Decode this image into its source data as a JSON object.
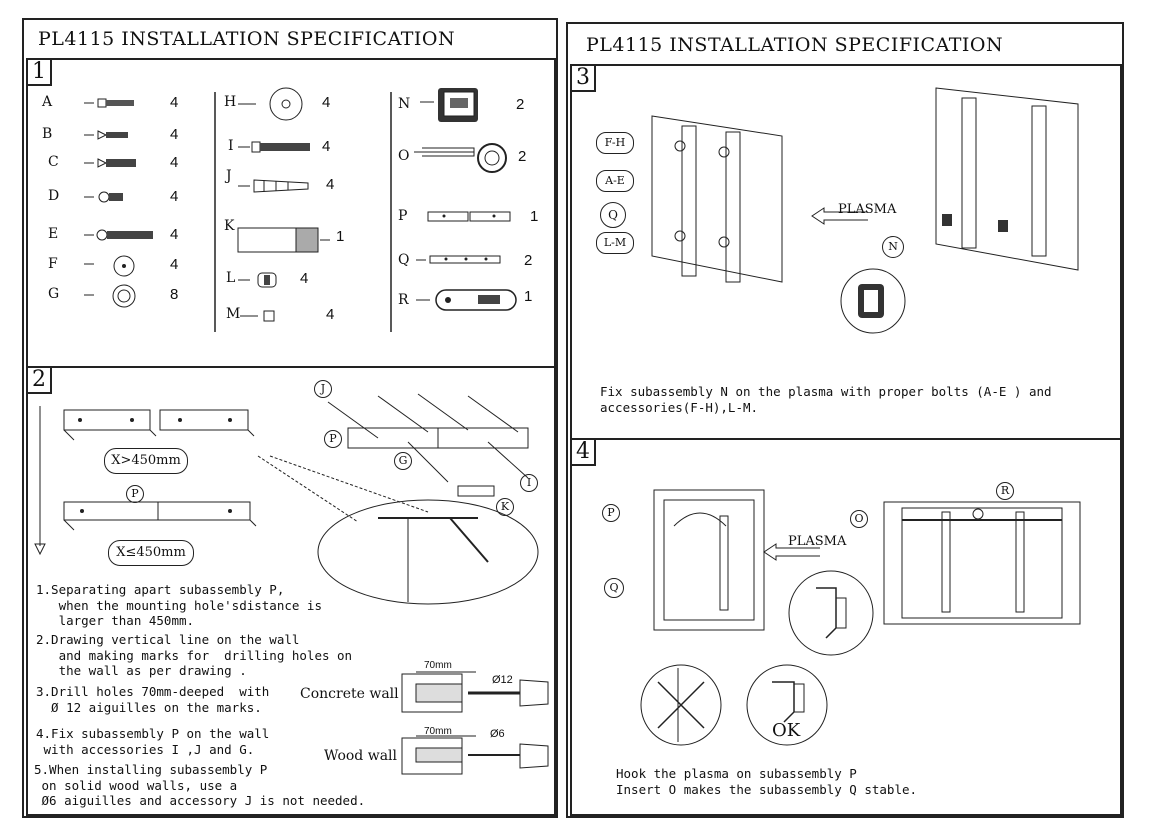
{
  "left_page": {
    "title": "PL4115 INSTALLATION  SPECIFICATION",
    "panel1": {
      "number": "1",
      "parts_col1": [
        {
          "letter": "A",
          "qty": "4"
        },
        {
          "letter": "B",
          "qty": "4"
        },
        {
          "letter": "C",
          "qty": "4"
        },
        {
          "letter": "D",
          "qty": "4"
        },
        {
          "letter": "E",
          "qty": "4"
        },
        {
          "letter": "F",
          "qty": "4"
        },
        {
          "letter": "G",
          "qty": "8"
        }
      ],
      "parts_col2": [
        {
          "letter": "H",
          "qty": "4"
        },
        {
          "letter": "I",
          "qty": "4"
        },
        {
          "letter": "J",
          "qty": "4"
        },
        {
          "letter": "K",
          "qty": "1"
        },
        {
          "letter": "L",
          "qty": "4"
        },
        {
          "letter": "M",
          "qty": "4"
        }
      ],
      "parts_col3": [
        {
          "letter": "N",
          "qty": "2"
        },
        {
          "letter": "O",
          "qty": "2"
        },
        {
          "letter": "P",
          "qty": "1"
        },
        {
          "letter": "Q",
          "qty": "2"
        },
        {
          "letter": "R",
          "qty": "1"
        }
      ]
    },
    "panel2": {
      "number": "2",
      "dist_gt": "X>450mm",
      "dist_le": "X≤450mm",
      "label_p": "P",
      "label_j": "J",
      "label_g": "G",
      "label_i": "I",
      "label_k": "K",
      "steps": [
        "1.Separating apart subassembly P,\n   when the mounting hole'sdistance is\n   larger than 450mm.",
        "2.Drawing vertical line on the wall\n   and making marks for  drilling holes on\n   the wall as per drawing .",
        "3.Drill holes 70mm-deeped  with\n  Ø 12 aiguilles on the marks.",
        "4.Fix subassembly P on the wall\n with accessories I ,J and G.",
        "5.When installing subassembly P\n on solid wood walls, use a\n Ø6 aiguilles and accessory J is not needed."
      ],
      "concrete_wall": "Concrete wall",
      "wood_wall": "Wood wall",
      "depth": "70mm",
      "dia12": "Ø12",
      "dia6": "Ø6"
    }
  },
  "right_page": {
    "title": "PL4115 INSTALLATION  SPECIFICATION",
    "panel3": {
      "number": "3",
      "labels": [
        "F-H",
        "A-E",
        "Q",
        "L-M"
      ],
      "plasma": "PLASMA",
      "label_n": "N",
      "text": "Fix subassembly N on the plasma with proper bolts (A-E ) and\naccessories(F-H),L-M."
    },
    "panel4": {
      "number": "4",
      "label_p": "P",
      "label_q": "Q",
      "label_o": "O",
      "label_r": "R",
      "plasma": "PLASMA",
      "ok": "OK",
      "text": "Hook the plasma on subassembly P\nInsert O makes the subassembly Q stable."
    }
  }
}
